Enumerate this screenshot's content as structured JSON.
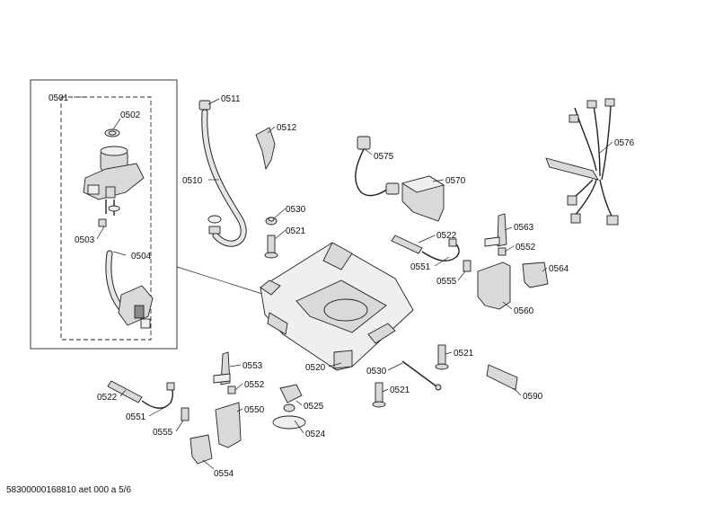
{
  "labels": {
    "p0501": "0501",
    "p0502": "0502",
    "p0503": "0503",
    "p0504": "0504",
    "p0511": "0511",
    "p0510": "0510",
    "p0512": "0512",
    "p0575": "0575",
    "p0570": "0570",
    "p0576": "0576",
    "p0530a": "0530",
    "p0521a": "0521",
    "p0522a": "0522",
    "p0551a": "0551",
    "p0555a": "0555",
    "p0563": "0563",
    "p0552a": "0552",
    "p0564": "0564",
    "p0560": "0560",
    "p0520": "0520",
    "p0530b": "0530",
    "p0521b": "0521",
    "p0521c": "0521",
    "p0590": "0590",
    "p0553": "0553",
    "p0552b": "0552",
    "p0550": "0550",
    "p0525": "0525",
    "p0524": "0524",
    "p0522b": "0522",
    "p0551b": "0551",
    "p0555b": "0555",
    "p0554": "0554"
  },
  "footer": "58300000168810 aet 000 a 5/6"
}
